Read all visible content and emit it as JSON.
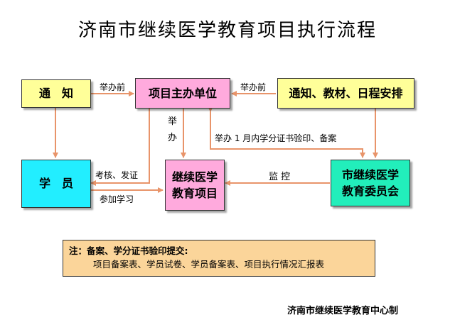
{
  "title": "济南市继续医学教育项目执行流程",
  "nodes": {
    "notice": "通　知",
    "organizer": "项目主办单位",
    "schedule": "通知、教材、日程安排",
    "student": "学　员",
    "project": "继续医学\n教育项目",
    "committee": "市继续医学\n教育委员会"
  },
  "edge_labels": {
    "before_hold_1": "举办前",
    "before_hold_2": "举办前",
    "hold": "举\n办",
    "verify": "举办 1 月内学分证书验印、备案",
    "assess": "考核、发证",
    "join": "参加学习",
    "monitor": "监 控"
  },
  "note": {
    "head": "注：备案、学分证书验印提交:",
    "body": "项目备案表、学员试卷、学员备案表、项目执行情况汇报表"
  },
  "footer": "济南市继续医学教育中心制",
  "colors": {
    "arrow": "#e8946a",
    "yellow": "#ffff99",
    "pink": "#ffaadd",
    "cyan": "#22eeff",
    "teal": "#22eebb",
    "note": "#fbd59a"
  }
}
